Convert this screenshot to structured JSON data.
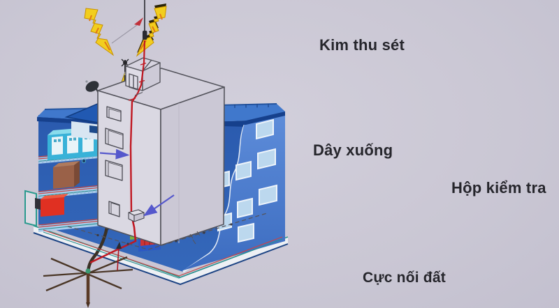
{
  "background_color": "#cac7d4",
  "panels": {
    "photo_building": {
      "description": "3D cutaway of a building struck by lightning, showing internal lightning protection system",
      "colors": {
        "building_blue": "#4a7ed2",
        "lightning_yellow": "#f2ce1e",
        "down_conductor_dark": "#3a3126",
        "ground_rod_brown": "#5a3a26",
        "ring_conductor_red": "#c24848",
        "bonding_teal": "#2a9a8e"
      }
    },
    "schematic": {
      "labels": {
        "air_terminal": "Kim thu sét",
        "down_conductor": "Dây xuống",
        "test_box": "Hộp kiểm tra",
        "ground_electrode": "Cực nối đất"
      },
      "colors": {
        "outline": "#54545c",
        "conductor_red": "#c01822",
        "arrow_blue": "#5558cc",
        "text": "#26262c"
      }
    }
  }
}
